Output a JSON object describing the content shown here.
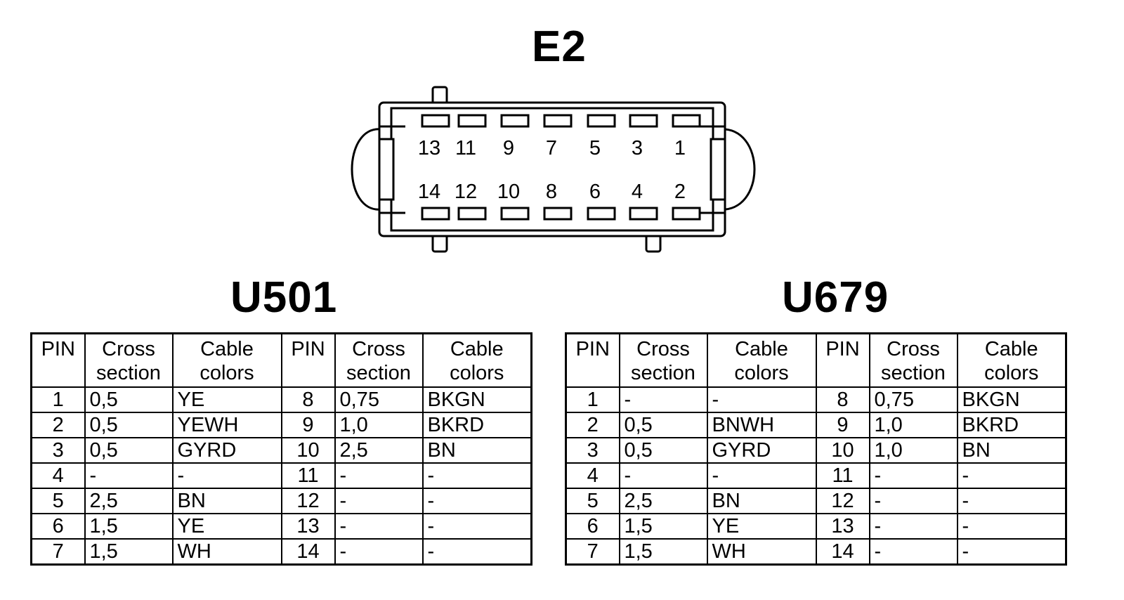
{
  "connector": {
    "title": "E2",
    "top_pins": [
      "13",
      "11",
      "9",
      "7",
      "5",
      "3",
      "1"
    ],
    "bottom_pins": [
      "14",
      "12",
      "10",
      "8",
      "6",
      "4",
      "2"
    ]
  },
  "tables": [
    {
      "title": "U501",
      "headers": [
        "PIN",
        "Cross section",
        "Cable colors",
        "PIN",
        "Cross section",
        "Cable colors"
      ],
      "rows": [
        [
          "1",
          "0,5",
          "YE",
          "8",
          "0,75",
          "BKGN"
        ],
        [
          "2",
          "0,5",
          "YEWH",
          "9",
          "1,0",
          "BKRD"
        ],
        [
          "3",
          "0,5",
          "GYRD",
          "10",
          "2,5",
          "BN"
        ],
        [
          "4",
          "-",
          "-",
          "11",
          "-",
          "-"
        ],
        [
          "5",
          "2,5",
          "BN",
          "12",
          "-",
          "-"
        ],
        [
          "6",
          "1,5",
          "YE",
          "13",
          "-",
          "-"
        ],
        [
          "7",
          "1,5",
          "WH",
          "14",
          "-",
          "-"
        ]
      ]
    },
    {
      "title": "U679",
      "headers": [
        "PIN",
        "Cross section",
        "Cable colors",
        "PIN",
        "Cross section",
        "Cable colors"
      ],
      "rows": [
        [
          "1",
          "-",
          "-",
          "8",
          "0,75",
          "BKGN"
        ],
        [
          "2",
          "0,5",
          "BNWH",
          "9",
          "1,0",
          "BKRD"
        ],
        [
          "3",
          "0,5",
          "GYRD",
          "10",
          "1,0",
          "BN"
        ],
        [
          "4",
          "-",
          "-",
          "11",
          "-",
          "-"
        ],
        [
          "5",
          "2,5",
          "BN",
          "12",
          "-",
          "-"
        ],
        [
          "6",
          "1,5",
          "YE",
          "13",
          "-",
          "-"
        ],
        [
          "7",
          "1,5",
          "WH",
          "14",
          "-",
          "-"
        ]
      ]
    }
  ]
}
